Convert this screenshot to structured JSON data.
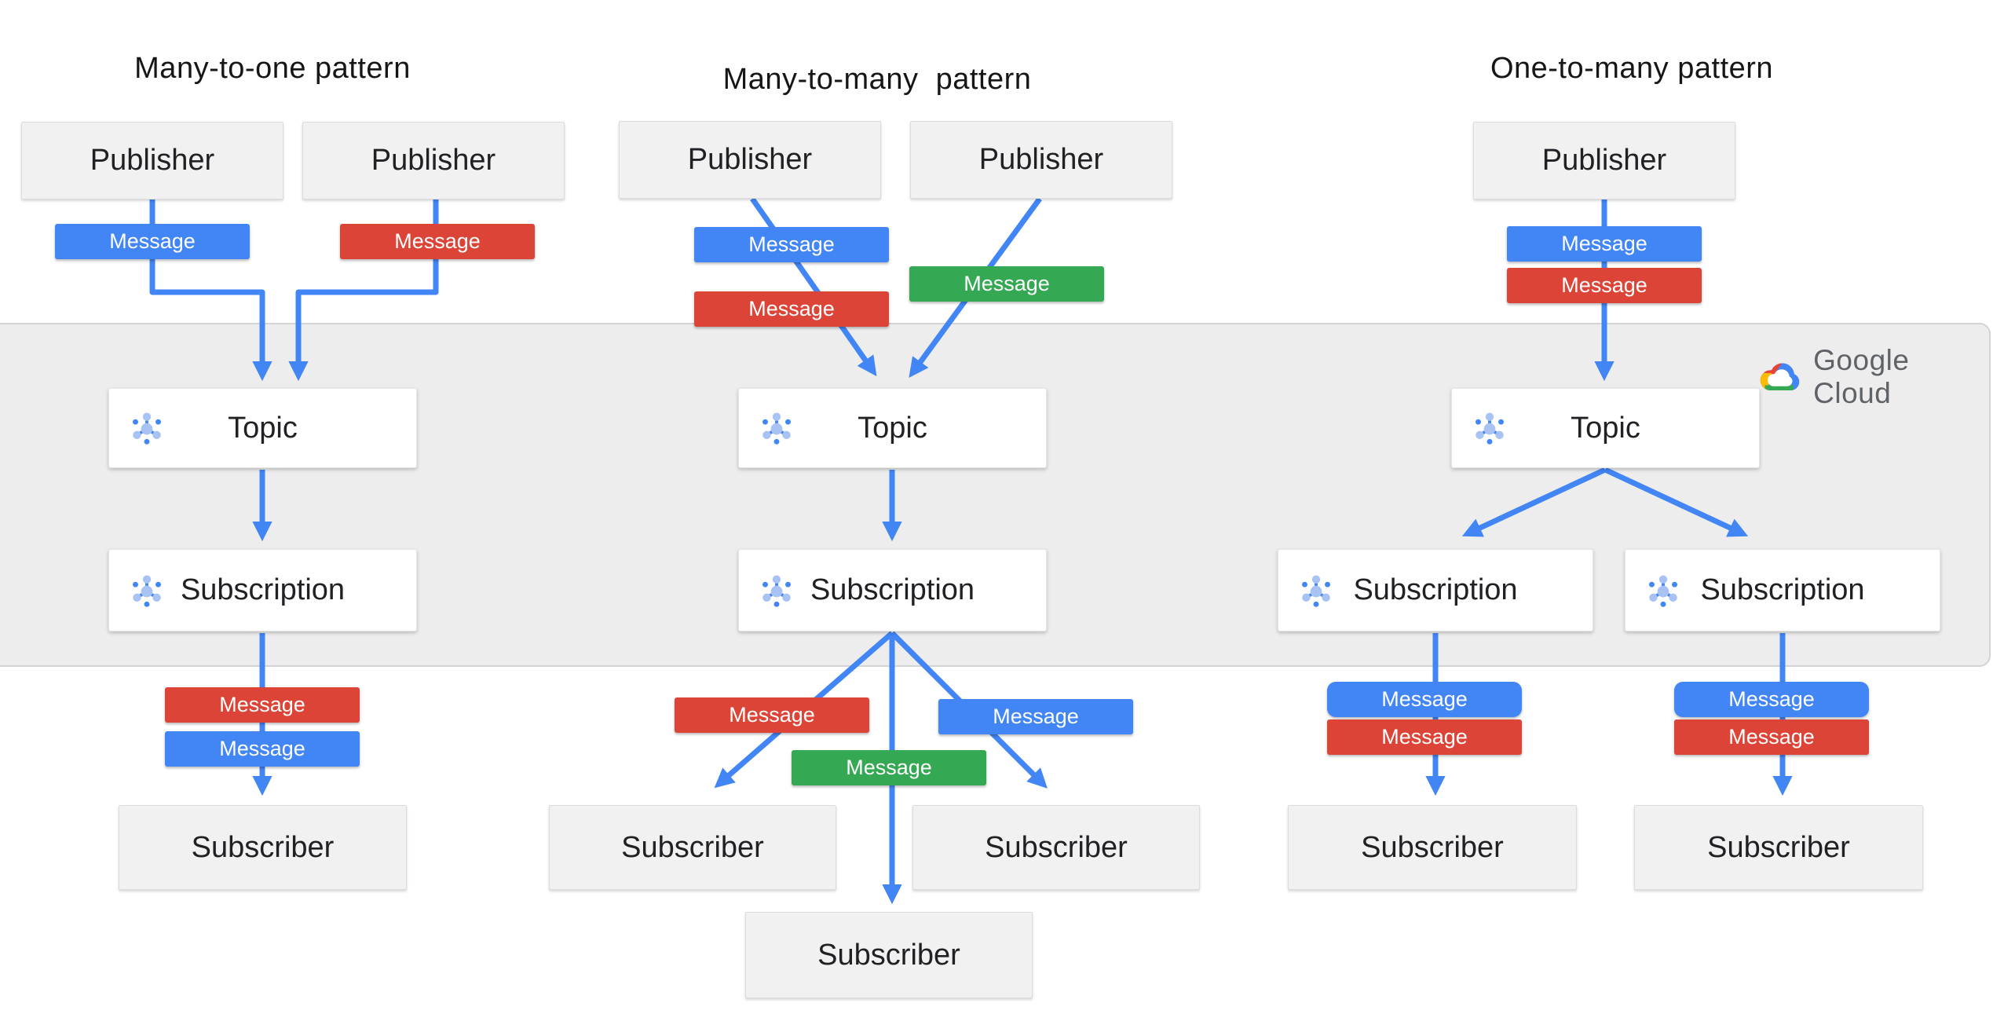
{
  "logo": {
    "label": "Google Cloud",
    "colors": {
      "blue": "#4285F4",
      "red": "#EA4335",
      "yellow": "#FBBC05",
      "green": "#34A853",
      "text": "#5F6368"
    }
  },
  "colors": {
    "message_blue": "#4285F4",
    "message_red": "#DB4437",
    "message_green": "#34A853",
    "arrow": "#4285F4",
    "band_background": "#EDEDED",
    "band_border": "#D4D4D4",
    "gray_node_fill": "#F1F1F1",
    "card_fill": "#FFFFFF",
    "icon_light_blue": "#A8C3F3",
    "icon_dark_blue": "#4285F4",
    "text_dark": "#202124"
  },
  "patterns": [
    {
      "title": "Many-to-one pattern",
      "publishers": [
        "Publisher",
        "Publisher"
      ],
      "messages_top": [
        {
          "label": "Message",
          "color": "blue"
        },
        {
          "label": "Message",
          "color": "red"
        }
      ],
      "topic": "Topic",
      "subscriptions": [
        "Subscription"
      ],
      "messages_bottom": [
        {
          "label": "Message",
          "color": "red"
        },
        {
          "label": "Message",
          "color": "blue"
        }
      ],
      "subscribers": [
        "Subscriber"
      ]
    },
    {
      "title": "Many-to-many  pattern",
      "publishers": [
        "Publisher",
        "Publisher"
      ],
      "messages_top": [
        {
          "label": "Message",
          "color": "blue"
        },
        {
          "label": "Message",
          "color": "red"
        },
        {
          "label": "Message",
          "color": "green"
        }
      ],
      "topic": "Topic",
      "subscriptions": [
        "Subscription"
      ],
      "messages_bottom": [
        {
          "label": "Message",
          "color": "red"
        },
        {
          "label": "Message",
          "color": "blue"
        },
        {
          "label": "Message",
          "color": "green"
        }
      ],
      "subscribers": [
        "Subscriber",
        "Subscriber",
        "Subscriber"
      ]
    },
    {
      "title": "One-to-many pattern",
      "publishers": [
        "Publisher"
      ],
      "messages_top": [
        {
          "label": "Message",
          "color": "blue"
        },
        {
          "label": "Message",
          "color": "red"
        }
      ],
      "topic": "Topic",
      "subscriptions": [
        "Subscription",
        "Subscription"
      ],
      "messages_bottom": [
        {
          "label": "Message",
          "color": "blue"
        },
        {
          "label": "Message",
          "color": "red"
        },
        {
          "label": "Message",
          "color": "blue"
        },
        {
          "label": "Message",
          "color": "red"
        }
      ],
      "subscribers": [
        "Subscriber",
        "Subscriber"
      ]
    }
  ]
}
